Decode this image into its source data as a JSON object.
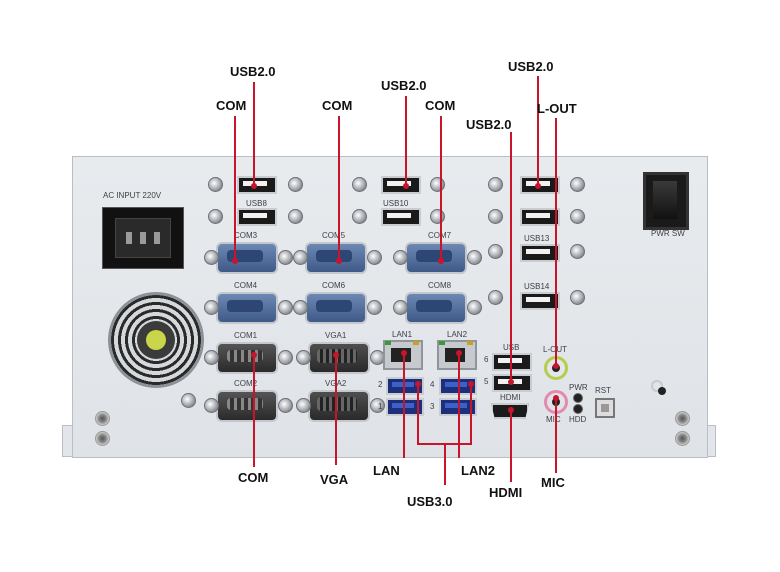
{
  "callouts": {
    "usb2_a": "USB2.0",
    "com_a": "COM",
    "com_b": "COM",
    "usb2_b": "USB2.0",
    "com_c": "COM",
    "usb2_c": "USB2.0",
    "usb2_d": "USB2.0",
    "l_out": "L-OUT",
    "com_d": "COM",
    "vga": "VGA",
    "lan": "LAN",
    "lan2": "LAN2",
    "usb3": "USB3.0",
    "hdmi": "HDMI",
    "mic": "MIC"
  },
  "silkscreen": {
    "ac_input": "AC INPUT 220V",
    "usb8": "USB8",
    "usb10": "USB10",
    "usb13": "USB13",
    "usb14": "USB14",
    "com3": "COM3",
    "com5": "COM5",
    "com7": "COM7",
    "com4": "COM4",
    "com6": "COM6",
    "com8": "COM8",
    "com1": "COM1",
    "vga1": "VGA1",
    "lan1": "LAN1",
    "lan2": "LAN2",
    "usb": "USB",
    "lout": "L-OUT",
    "com2": "COM2",
    "vga2": "VGA2",
    "hdmi": "HDMI",
    "mic": "MIC",
    "pwr": "PWR",
    "hdd": "HDD",
    "rst": "RST",
    "pwr_sw": "PWR SW",
    "n6": "6",
    "n5": "5",
    "n2": "2",
    "n4": "4",
    "n1": "1",
    "n3": "3"
  },
  "colors": {
    "leader_line": "#c9152b",
    "chassis": "#e3e7eb",
    "com_port": "#4f6c9c",
    "usb3_port": "#1d2f7a"
  }
}
